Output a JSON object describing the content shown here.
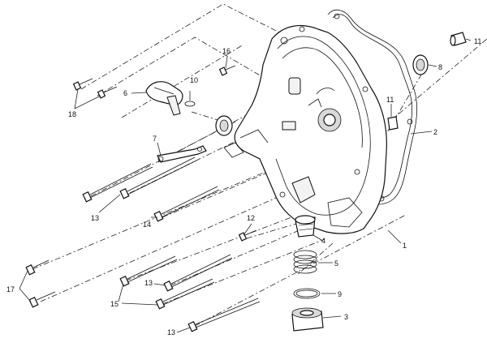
{
  "diagram": {
    "title": "Right crankcase cover exploded parts diagram",
    "callouts": [
      {
        "id": "c-1",
        "label": "1"
      },
      {
        "id": "c-2",
        "label": "2"
      },
      {
        "id": "c-3",
        "label": "3"
      },
      {
        "id": "c-4",
        "label": "4"
      },
      {
        "id": "c-5",
        "label": "5"
      },
      {
        "id": "c-6",
        "label": "6"
      },
      {
        "id": "c-7",
        "label": "7"
      },
      {
        "id": "c-8",
        "label": "8"
      },
      {
        "id": "c-9",
        "label": "9"
      },
      {
        "id": "c-10",
        "label": "10"
      },
      {
        "id": "c-11a",
        "label": "11"
      },
      {
        "id": "c-11b",
        "label": "11"
      },
      {
        "id": "c-12",
        "label": "12"
      },
      {
        "id": "c-13a",
        "label": "13"
      },
      {
        "id": "c-13b",
        "label": "13"
      },
      {
        "id": "c-13c",
        "label": "13"
      },
      {
        "id": "c-14",
        "label": "14"
      },
      {
        "id": "c-15",
        "label": "15"
      },
      {
        "id": "c-16",
        "label": "16"
      },
      {
        "id": "c-17",
        "label": "17"
      },
      {
        "id": "c-18",
        "label": "18"
      }
    ]
  }
}
